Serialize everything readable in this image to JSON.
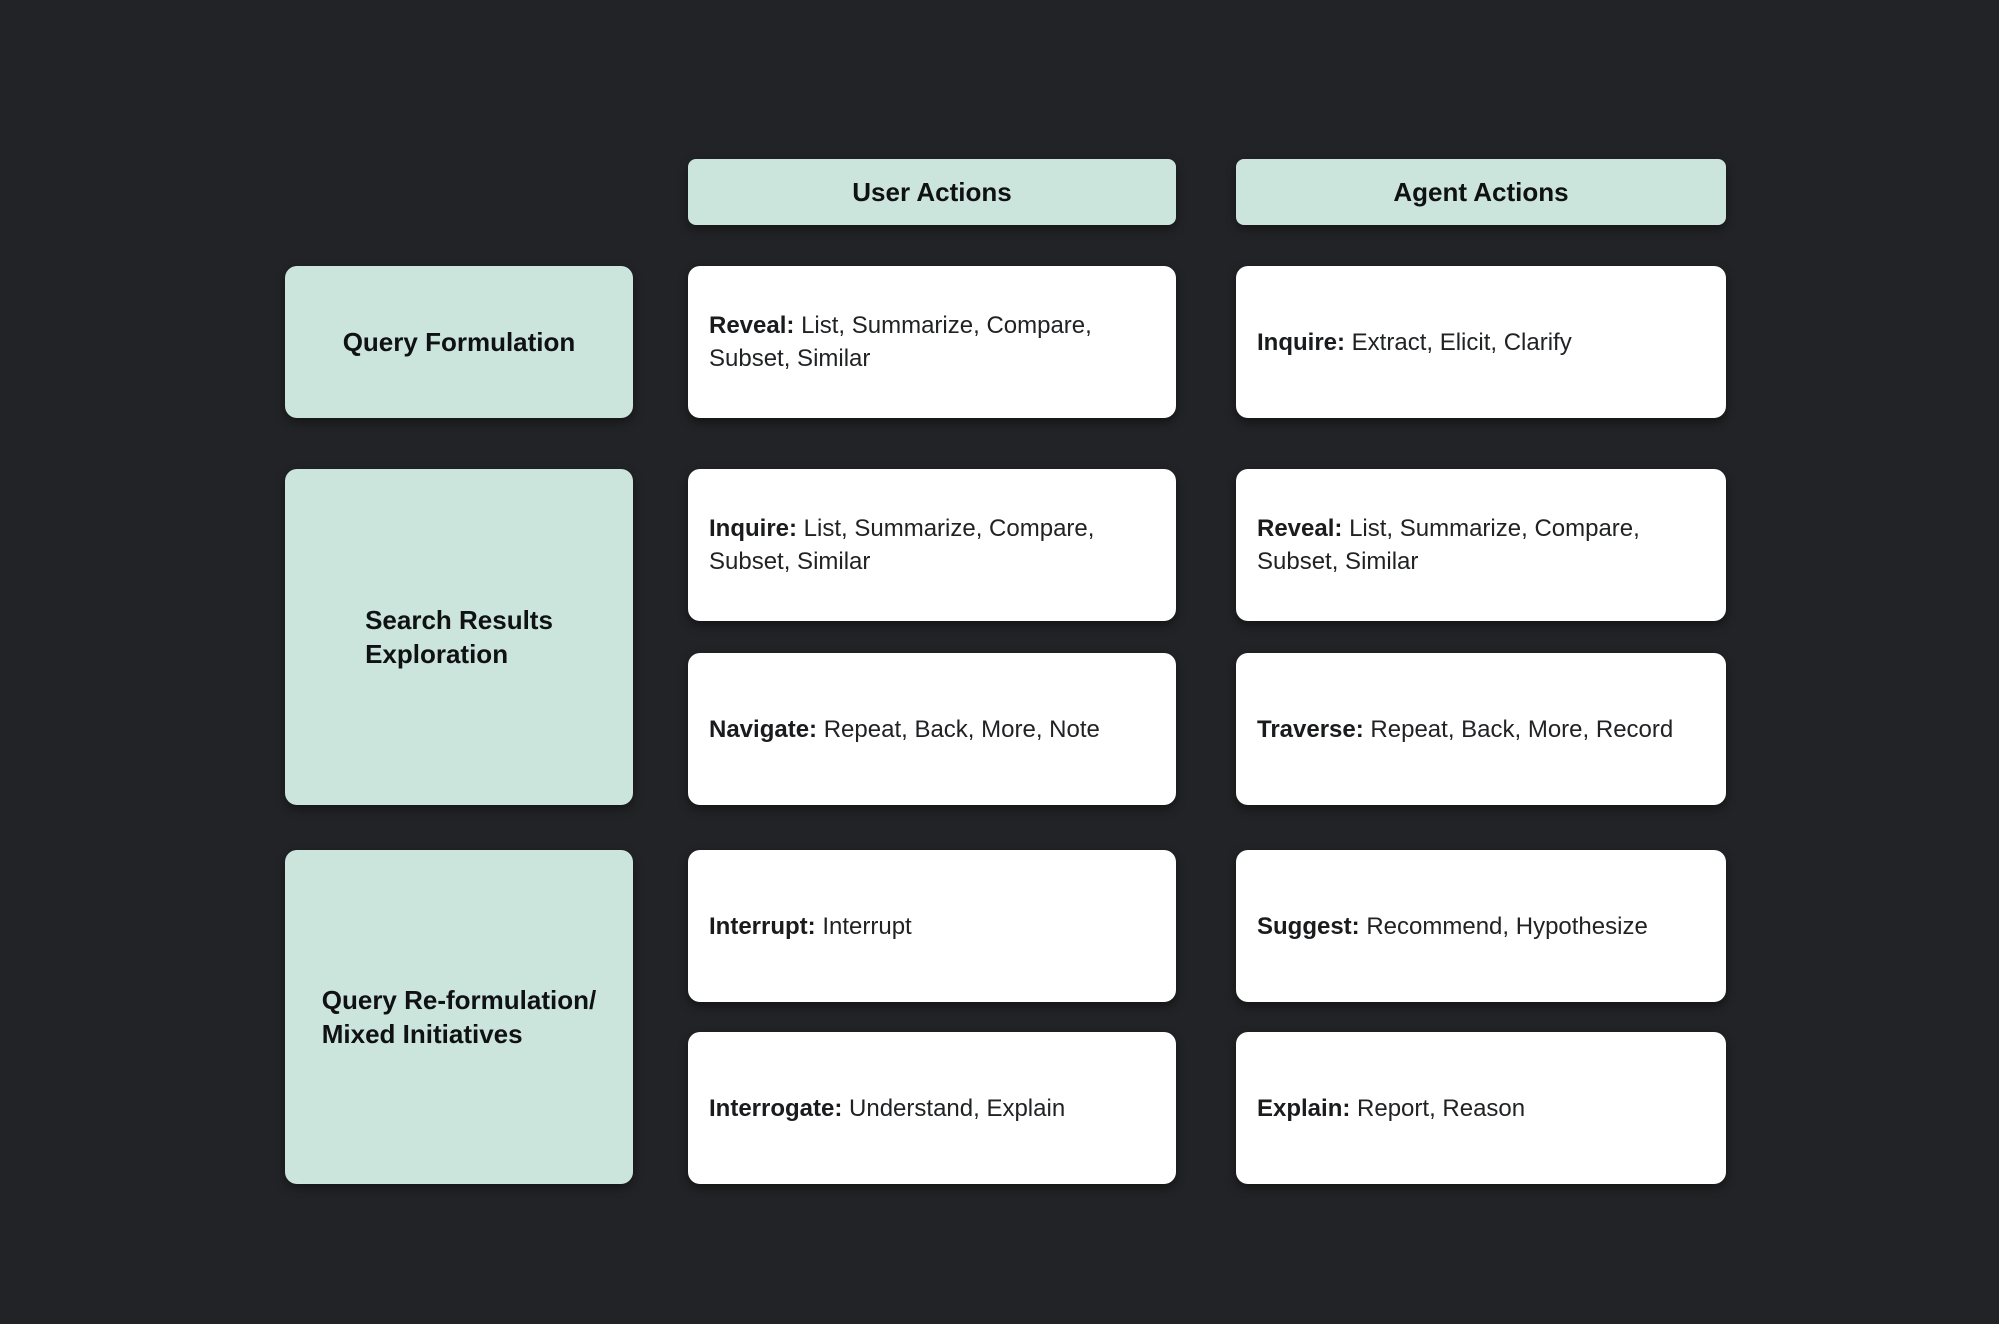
{
  "colors": {
    "background": "#222326",
    "mint": "#cbe5dc",
    "card_background": "#ffffff",
    "card_text": "#212224",
    "heading_text": "#101113"
  },
  "headers": {
    "user": "User Actions",
    "agent": "Agent Actions"
  },
  "rows": [
    {
      "label": [
        "Query Formulation"
      ],
      "user": [
        {
          "prefix": "Reveal:",
          "rest": "List, Summarize, Compare, Subset, Similar"
        }
      ],
      "agent": [
        {
          "prefix": "Inquire:",
          "rest": "Extract, Elicit, Clarify"
        }
      ]
    },
    {
      "label": [
        "Search Results",
        "Exploration"
      ],
      "user": [
        {
          "prefix": "Inquire:",
          "rest": "List, Summarize, Compare, Subset, Similar"
        },
        {
          "prefix": "Navigate:",
          "rest": "Repeat, Back, More, Note"
        }
      ],
      "agent": [
        {
          "prefix": "Reveal:",
          "rest": "List, Summarize, Compare, Subset, Similar"
        },
        {
          "prefix": "Traverse:",
          "rest": "Repeat, Back, More, Record"
        }
      ]
    },
    {
      "label": [
        "Query Re-formulation/",
        "Mixed Initiatives"
      ],
      "user": [
        {
          "prefix": "Interrupt:",
          "rest": "Interrupt"
        },
        {
          "prefix": "Interrogate:",
          "rest": "Understand, Explain"
        }
      ],
      "agent": [
        {
          "prefix": "Suggest:",
          "rest": "Recommend, Hypothesize"
        },
        {
          "prefix": "Explain:",
          "rest": "Report, Reason"
        }
      ]
    }
  ]
}
